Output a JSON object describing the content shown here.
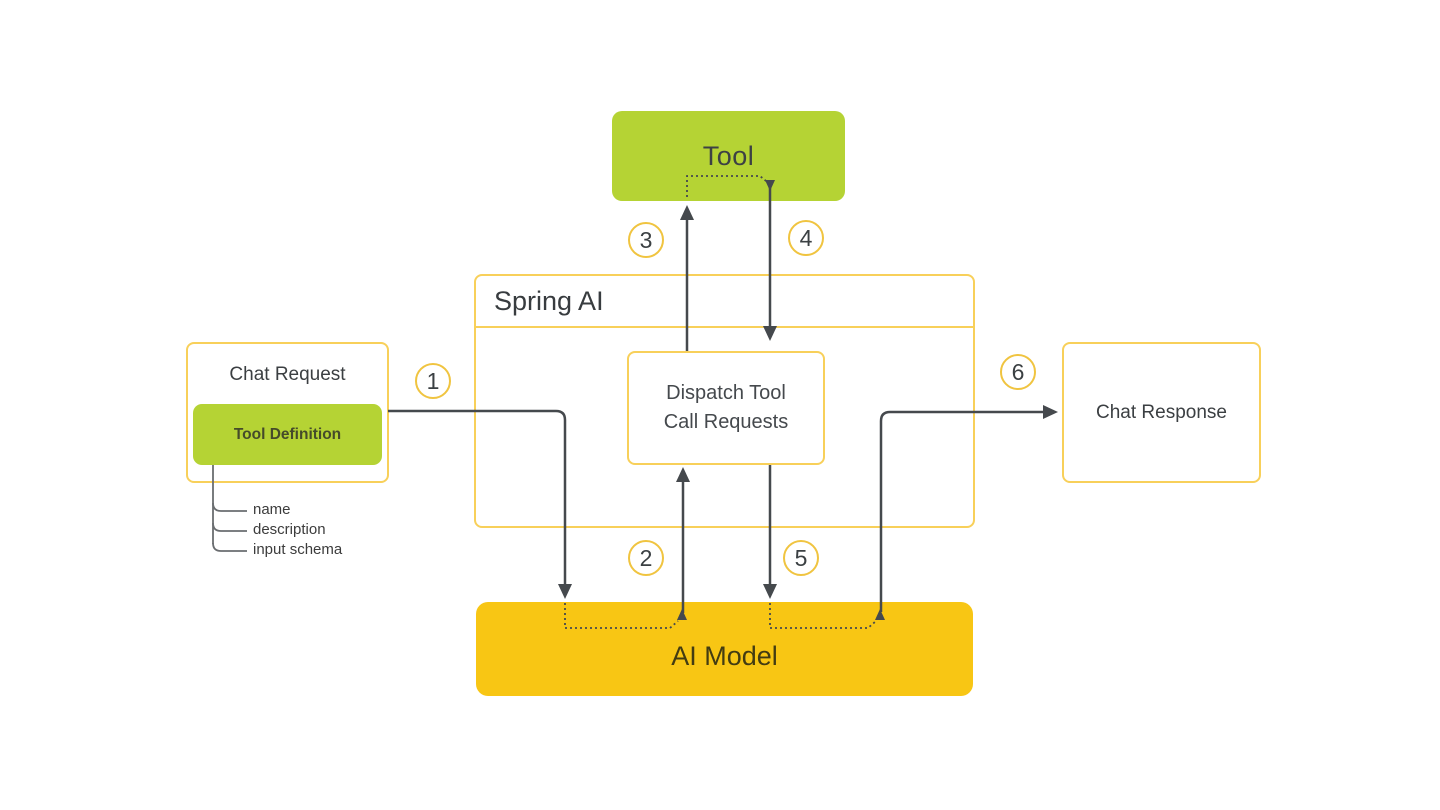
{
  "nodes": {
    "tool": "Tool",
    "spring_ai": "Spring AI",
    "dispatch_line1": "Dispatch Tool",
    "dispatch_line2": "Call Requests",
    "chat_request": "Chat Request",
    "tool_definition": "Tool Definition",
    "chat_response": "Chat Response",
    "ai_model": "AI Model"
  },
  "tool_definition_attributes": [
    "name",
    "description",
    "input schema"
  ],
  "steps": [
    "1",
    "2",
    "3",
    "4",
    "5",
    "6"
  ],
  "colors": {
    "green": "#b5d334",
    "gold": "#f8c614",
    "border_yellow": "#f8d05a",
    "line_dark": "#45494d"
  }
}
